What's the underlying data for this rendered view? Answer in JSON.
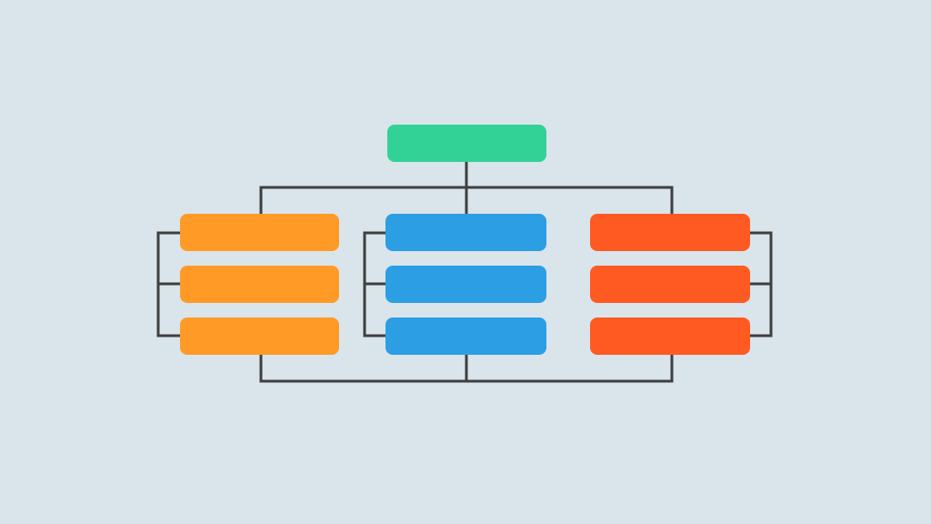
{
  "diagram": {
    "background": "#dae4eb",
    "line_color": "#3f3f3f",
    "root": {
      "color": "#32d296",
      "label": ""
    },
    "groups": [
      {
        "name": "left-group",
        "color": "#ff9a27",
        "items": [
          "",
          "",
          ""
        ]
      },
      {
        "name": "center-group",
        "color": "#2c9ee4",
        "items": [
          "",
          "",
          ""
        ]
      },
      {
        "name": "right-group",
        "color": "#ff5a22",
        "items": [
          "",
          "",
          ""
        ]
      }
    ]
  }
}
